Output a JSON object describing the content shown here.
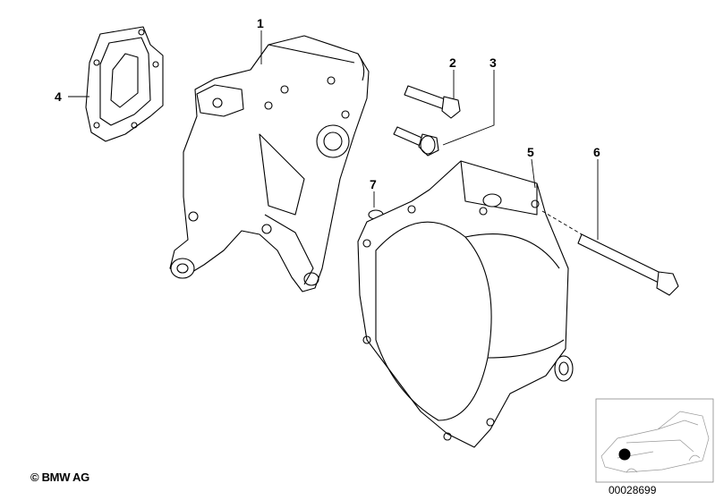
{
  "callouts": [
    "1",
    "2",
    "3",
    "4",
    "5",
    "6",
    "7"
  ],
  "copyright": "© BMW AG",
  "diagram_number": "00028699",
  "inset": {
    "marker_color": "#000000"
  }
}
